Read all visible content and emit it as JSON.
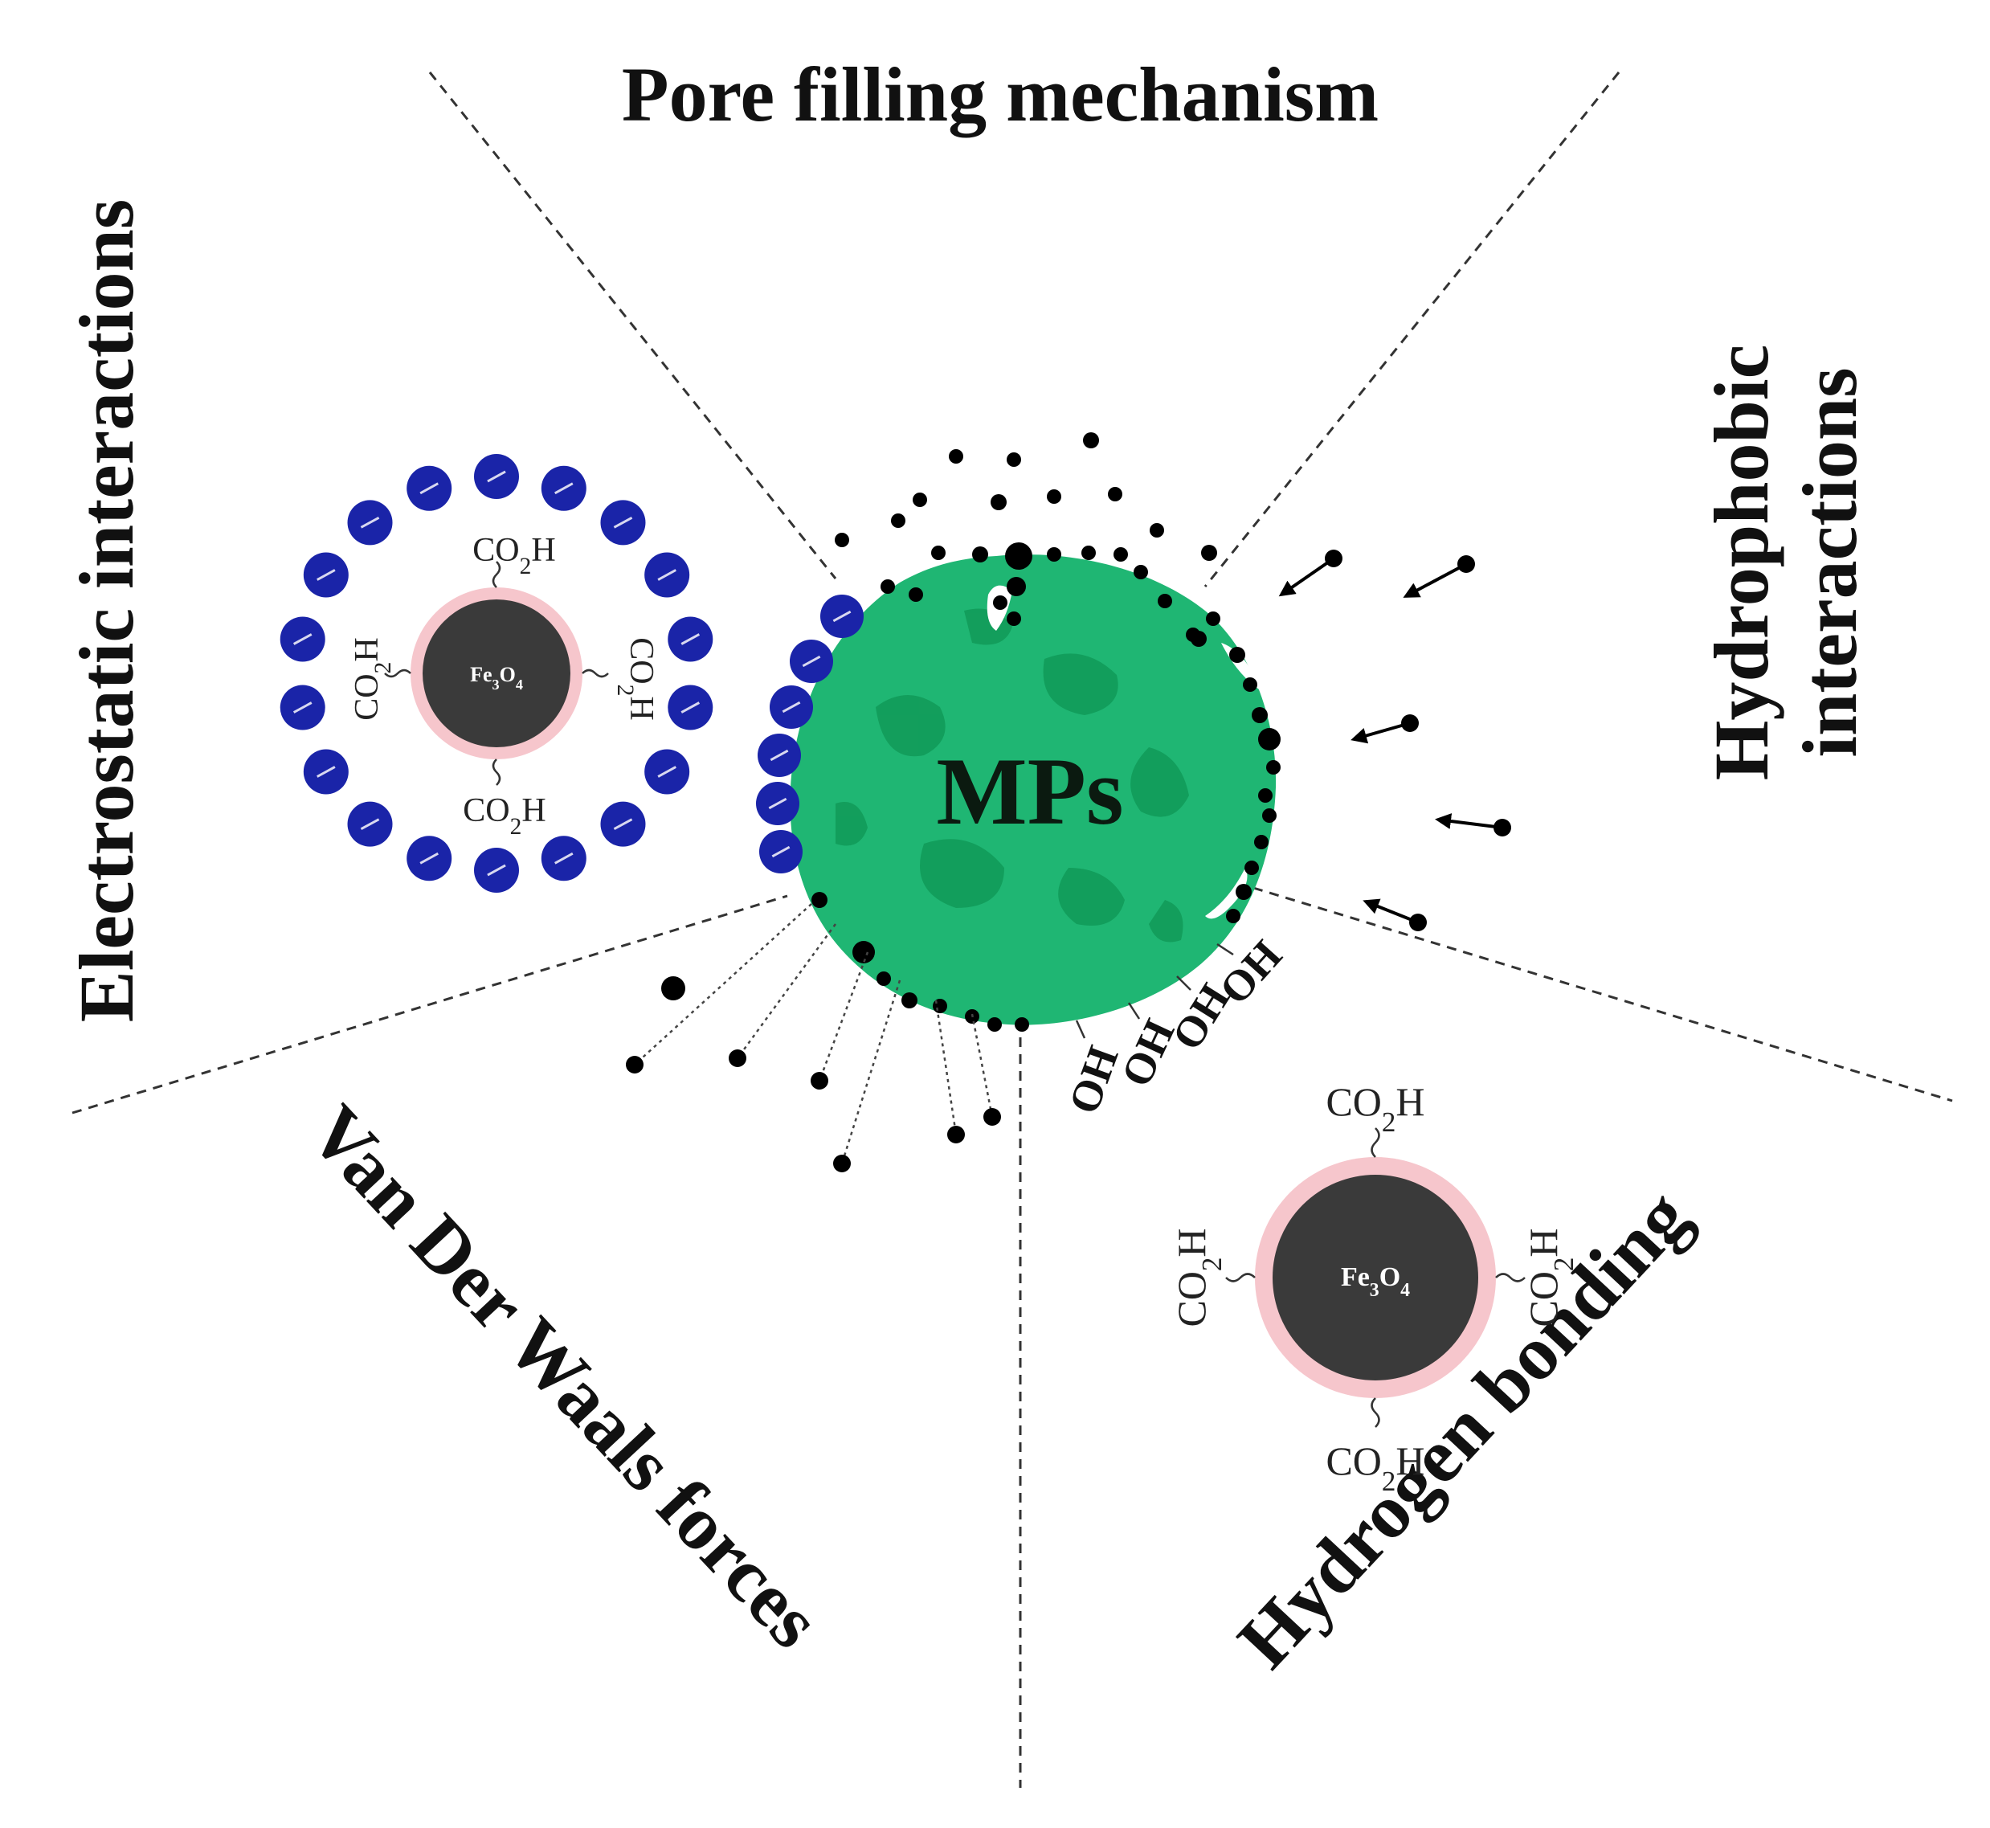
{
  "mechanisms": {
    "pore_filling": "Pore filling mechanism",
    "electrostatic": "Electrostatic interactions",
    "hydrophobic_line1": "Hydrophobic",
    "hydrophobic_line2": "interactions",
    "van_der_waals": "Van Der Waals forces",
    "hydrogen_bonding": "Hydrogen bonding"
  },
  "center_label": "MPs",
  "nanoparticle": {
    "core_label": "Fe3O4",
    "functional_group": "CO2H"
  },
  "surface_group": "OH",
  "colors": {
    "microplastic": "#1fb673",
    "microplastic_dark": "#119a58",
    "anion": "#1a24a8",
    "core": "#3a3a3a",
    "shell": "#f6c6cc",
    "dot": "#000000"
  },
  "icons": [
    "minus-charge-icon",
    "arrow-icon"
  ]
}
